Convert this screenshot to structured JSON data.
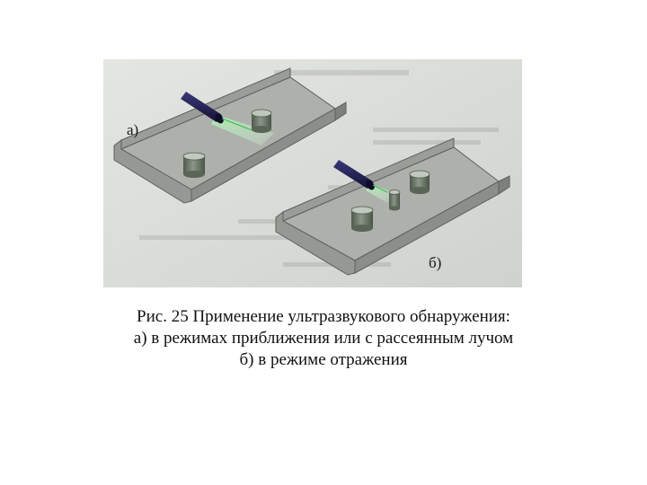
{
  "figure": {
    "label_a": "а)",
    "label_b": "б)",
    "colors": {
      "tray_top": "#a9aba6",
      "tray_wall": "#8f918c",
      "tray_edge": "#5e605c",
      "background": "#dcdedb",
      "sensor": "#1f1d4a",
      "beam": "#7ee08a",
      "object": "#6f7a6c"
    }
  },
  "caption": {
    "line1": "Рис. 25 Применение ультразвукового обнаружения:",
    "line2": "а) в режимах приближения или с рассеянным лучом",
    "line3": "б) в режиме отражения"
  }
}
